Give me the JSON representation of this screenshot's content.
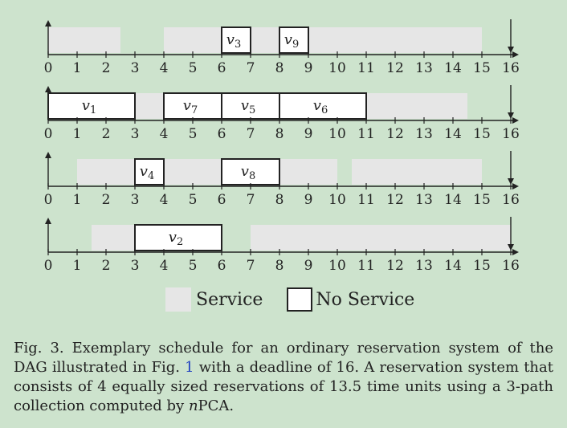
{
  "diagram": {
    "axis": {
      "min": 0,
      "max": 16,
      "ticks": [
        0,
        1,
        2,
        3,
        4,
        5,
        6,
        7,
        8,
        9,
        10,
        11,
        12,
        13,
        14,
        15,
        16
      ]
    },
    "rows": [
      {
        "service": [
          [
            0,
            2.5
          ],
          [
            4,
            15
          ]
        ],
        "tasks": [
          {
            "name": "v3",
            "start": 6,
            "end": 7
          },
          {
            "name": "v9",
            "start": 8,
            "end": 9
          }
        ]
      },
      {
        "service": [
          [
            0,
            14.5
          ]
        ],
        "tasks": [
          {
            "name": "v1",
            "start": 0,
            "end": 3
          },
          {
            "name": "v7",
            "start": 4,
            "end": 6
          },
          {
            "name": "v5",
            "start": 6,
            "end": 8
          },
          {
            "name": "v6",
            "start": 8,
            "end": 11
          }
        ]
      },
      {
        "service": [
          [
            1,
            10
          ],
          [
            10.5,
            15
          ]
        ],
        "tasks": [
          {
            "name": "v4",
            "start": 3,
            "end": 4
          },
          {
            "name": "v8",
            "start": 6,
            "end": 8
          }
        ]
      },
      {
        "service": [
          [
            1.5,
            6
          ],
          [
            7,
            16
          ]
        ],
        "tasks": [
          {
            "name": "v2",
            "start": 3,
            "end": 6
          }
        ]
      }
    ],
    "colors": {
      "service": "#e6e6e6",
      "task": "#ffffff",
      "stroke": "#222222"
    }
  },
  "legend": {
    "service_label": "Service",
    "no_service_label": "No Service"
  },
  "caption": {
    "prefix": "Fig. 3.",
    "part1": "Exemplary schedule for an ordinary reservation system of the DAG illustrated in Fig. ",
    "link": "1",
    "part2": " with a deadline of 16. A reservation system that consists of 4 equally sized reservations of 13.5 time units using a 3-path collection computed by ",
    "italic": "n",
    "part3": "PCA."
  }
}
